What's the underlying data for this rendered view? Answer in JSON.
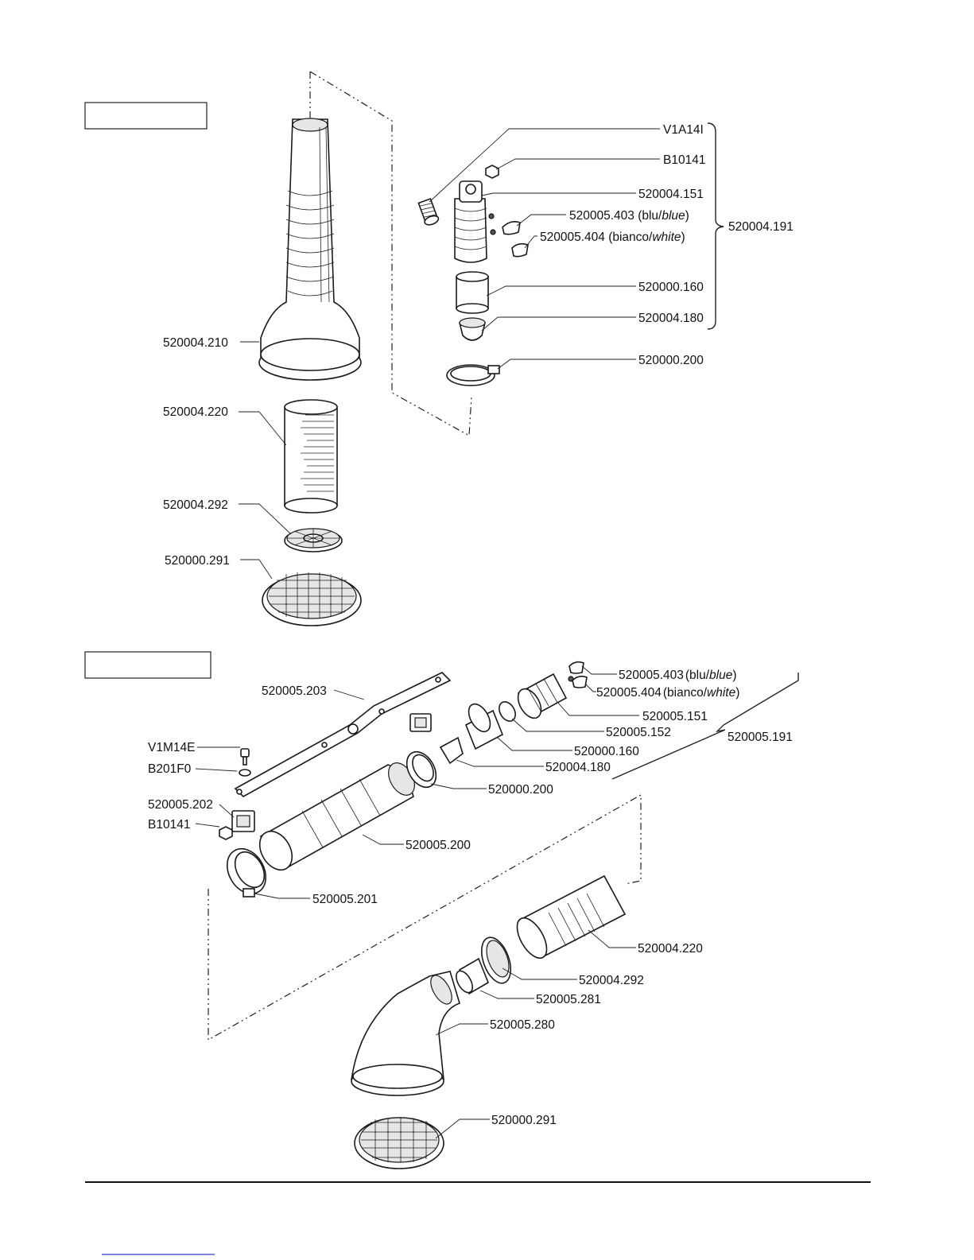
{
  "colors": {
    "ink": "#111111",
    "paper": "#ffffff",
    "link_line": "#2b3fd1"
  },
  "top_assembly": {
    "labels": {
      "screw": "V1A14I",
      "nut": "B10141",
      "valve_body": "520004.151",
      "clip_blue": "520005.403 (blu/",
      "clip_blue_en": "blue",
      "clip_white": "520005.404 (bianco/",
      "clip_white_en": "white",
      "sleeve": "520000.160",
      "cap": "520004.180",
      "clamp": "520000.200",
      "group": "520004.191",
      "funnel": "520004.210",
      "hose": "520004.220",
      "filter_small": "520004.292",
      "filter_base": "520000.291"
    }
  },
  "bottom_assembly": {
    "labels": {
      "clip_blue": "520005.403",
      "clip_blue_suffix": "(blu/",
      "clip_blue_en": "blue",
      "clip_white": "520005.404",
      "clip_white_suffix": "(bianco/",
      "clip_white_en": "white",
      "valve_body": "520005.151",
      "washer": "520005.152",
      "group": "520005.191",
      "bracket": "520005.203",
      "sleeve": "520000.160",
      "screw": "V1M14E",
      "cap": "520004.180",
      "washer_small": "B201F0",
      "clamp": "520000.200",
      "bracket_block": "520005.202",
      "nut": "B10141",
      "bellows": "520005.200",
      "clamp_large": "520005.201",
      "hose": "520004.220",
      "filter_small": "520004.292",
      "ring": "520005.281",
      "elbow": "520005.280",
      "filter_base": "520000.291"
    }
  }
}
